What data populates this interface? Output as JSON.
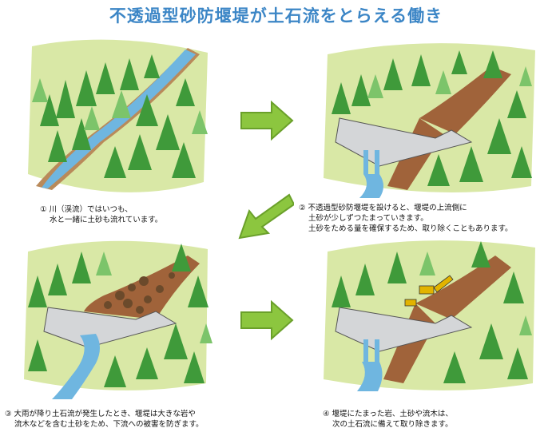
{
  "title": "不透過型砂防堰堤が土石流をとらえる働き",
  "steps": [
    {
      "lines": [
        "① 川（渓流）ではいつも、",
        "水と一緒に土砂も流れています。"
      ]
    },
    {
      "lines": [
        "② 不透過型砂防堰堤を設けると、堰堤の上流側に",
        "土砂が少しずつたまっていきます。",
        "土砂をためる量を確保するため、取り除くこともあります。"
      ]
    },
    {
      "lines": [
        "③ 大雨が降り土石流が発生したとき、堰堤は大きな岩や",
        "流木などを含む土砂をため、下流への被害を防ぎます。"
      ]
    },
    {
      "lines": [
        "④ 堰堤にたまった岩、土砂や流木は、",
        "次の土石流に備えて取り除きます。"
      ]
    }
  ],
  "colors": {
    "title": "#3c86c6",
    "arrow": "#8cc63f",
    "arrow_stroke": "#6aa02a",
    "ground": "#d9e8a6",
    "tree": "#3f9a3a",
    "tree_light": "#7cc46a",
    "water": "#6fb6e0",
    "soil": "#a0633a",
    "dam": "#d4d6d8"
  },
  "icons": [
    "arrow-right-icon",
    "arrow-down-left-icon",
    "arrow-right-icon"
  ]
}
